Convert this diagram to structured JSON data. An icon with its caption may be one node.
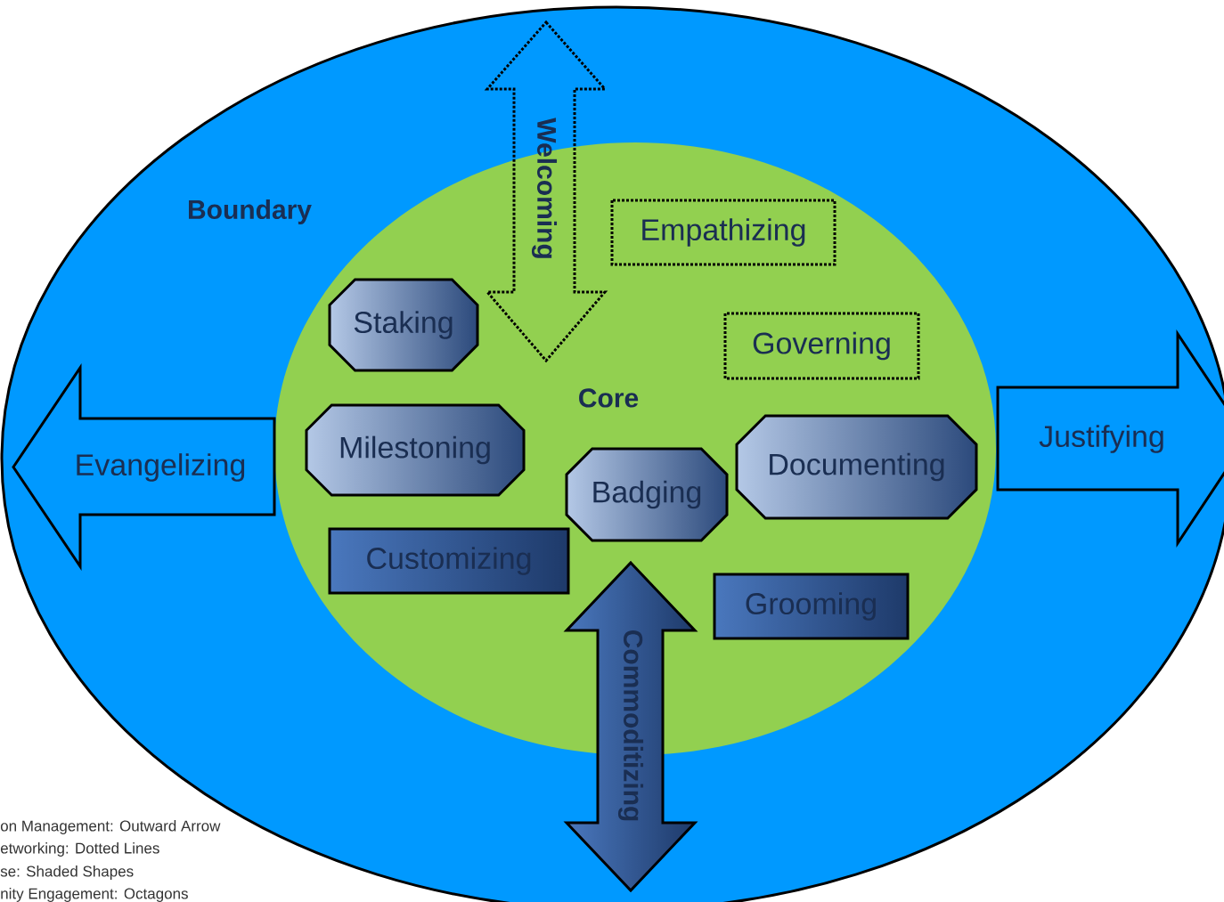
{
  "diagram": {
    "nodes": [
      {
        "text": [
          "Boundary"
        ]
      },
      {
        "text": [
          "Core"
        ],
        "in": 0
      },
      {
        "text": [
          "Welcoming"
        ],
        "in": 0
      },
      {
        "text": [
          "Empathizing"
        ],
        "in": 1
      },
      {
        "text": [
          "Staking"
        ],
        "in": 1
      },
      {
        "text": [
          "Governing"
        ],
        "in": 1
      },
      {
        "text": [
          "Evangelizing"
        ],
        "in": 0
      },
      {
        "text": [
          "Milestoning"
        ],
        "in": 1
      },
      {
        "text": [
          "Badging"
        ],
        "in": 1
      },
      {
        "text": [
          "Documenting"
        ],
        "in": 1
      },
      {
        "text": [
          "Justifying"
        ]
      },
      {
        "text": [
          "Customizing"
        ],
        "in": 1
      },
      {
        "text": [
          "Grooming"
        ],
        "in": 1
      },
      {
        "text": [
          "Commoditizing"
        ],
        "in": 0
      }
    ],
    "labels": [
      "on Management: Outward Arrow",
      "etworking: Dotted Lines",
      "se: Shaded Shapes",
      "nity Engagement: Octagons"
    ]
  }
}
